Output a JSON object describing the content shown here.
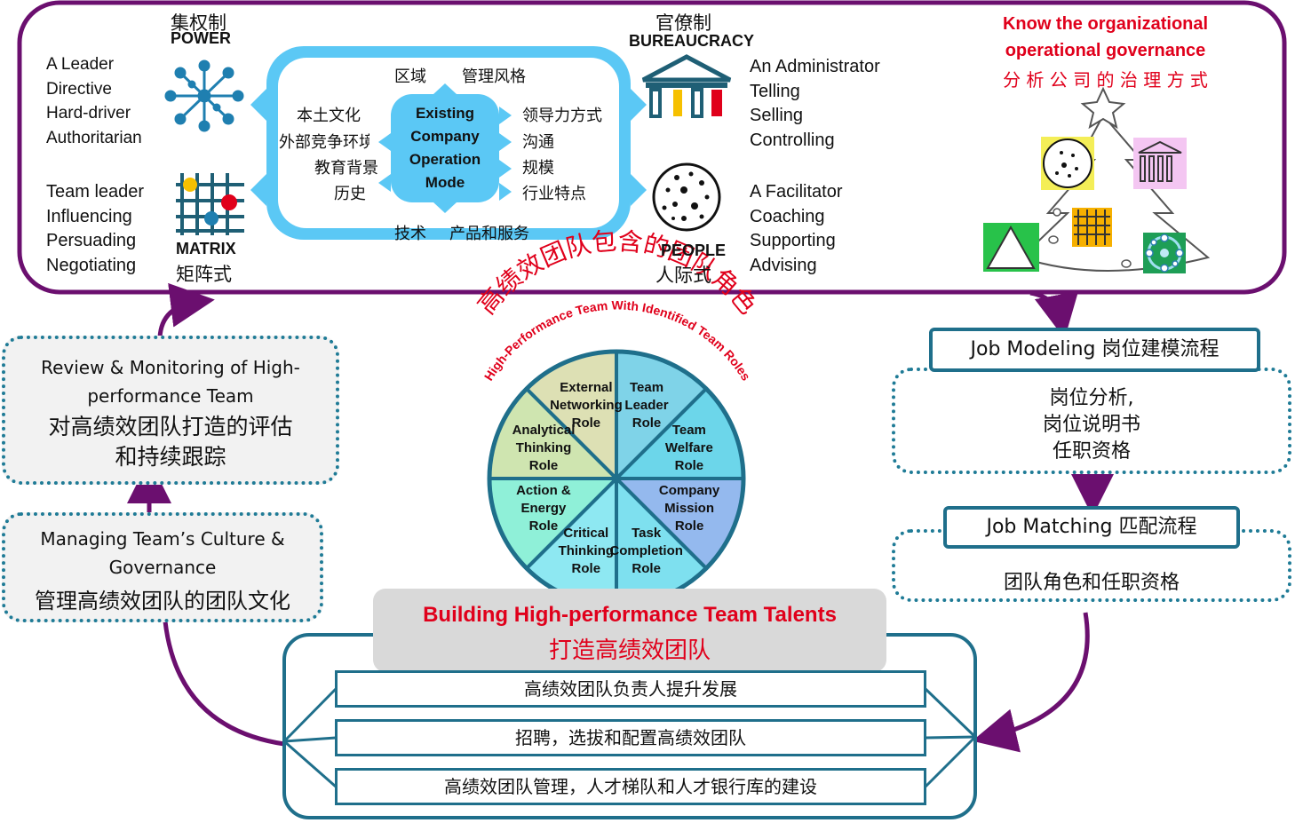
{
  "governance": {
    "title_en_line1": "Know the organizational",
    "title_en_line2": "operational governance",
    "title_zh": "分 析 公 司 的 治 理 方 式",
    "center": {
      "line1": "Existing",
      "line2": "Company",
      "line3": "Operation",
      "line4": "Mode",
      "top1": "区域",
      "top2": "管理风格",
      "bottom1": "技术",
      "bottom2": "产品和服务",
      "left1": "本土文化",
      "left2": "外部竞争环境",
      "left3": "教育背景",
      "left4": "历史",
      "right1": "领导力方式",
      "right2": "沟通",
      "right3": "规模",
      "right4": "行业特点"
    },
    "power": {
      "zh": "集权制",
      "en": "POWER",
      "traits": [
        "A Leader",
        "Directive",
        "Hard-driver",
        "Authoritarian"
      ],
      "icon": "network-hub-icon"
    },
    "matrix": {
      "zh": "矩阵式",
      "en": "MATRIX",
      "traits": [
        "Team leader",
        "Influencing",
        "Persuading",
        "Negotiating"
      ],
      "icon": "grid-matrix-icon"
    },
    "bureaucracy": {
      "zh": "官僚制",
      "en": "BUREAUCRACY",
      "traits": [
        "An Administrator",
        "Telling",
        "Selling",
        "Controlling"
      ],
      "icon": "pillared-building-icon"
    },
    "people": {
      "zh": "人际式",
      "en": "PEOPLE",
      "traits": [
        "A Facilitator",
        "Coaching",
        "Supporting",
        "Advising"
      ],
      "icon": "dotted-circle-icon"
    },
    "tree_icon": "christmas-tree-icon"
  },
  "wheel": {
    "arc_title_zh": "高绩效团队包含的团队角色",
    "arc_title_en": "High-Performance Team With Identified Team Roles",
    "roles": [
      {
        "lines": [
          "Team",
          "Leader",
          "Role"
        ],
        "color": "#7fd3e8"
      },
      {
        "lines": [
          "Team",
          "Welfare",
          "Role"
        ],
        "color": "#6cd6ea"
      },
      {
        "lines": [
          "Company",
          "Mission",
          "Role"
        ],
        "color": "#94b9ee"
      },
      {
        "lines": [
          "Task",
          "Completion",
          "Role"
        ],
        "color": "#7ee0ef"
      },
      {
        "lines": [
          "Critical",
          "Thinking",
          "Role"
        ],
        "color": "#8ee8f2"
      },
      {
        "lines": [
          "Action &",
          "Energy",
          "Role"
        ],
        "color": "#8ff0d8"
      },
      {
        "lines": [
          "Analytical",
          "Thinking",
          "Role"
        ],
        "color": "#cfe5b0"
      },
      {
        "lines": [
          "External",
          "Networking",
          "Role"
        ],
        "color": "#dde0b4"
      }
    ]
  },
  "left_flow": {
    "review": {
      "en1": "Review & Monitoring of High-",
      "en2": "performance Team",
      "zh1": "对高绩效团队打造的评估",
      "zh2": "和持续跟踪"
    },
    "culture": {
      "en1": "Managing Team’s Culture &",
      "en2": "Governance",
      "zh1": "管理高绩效团队的团队文化"
    }
  },
  "right_flow": {
    "job_modeling": {
      "header": "Job Modeling  岗位建模流程",
      "lines": [
        "岗位分析,",
        "岗位说明书",
        "任职资格"
      ]
    },
    "job_matching": {
      "header": "Job Matching  匹配流程",
      "lines": [
        "团队角色和任职资格"
      ]
    }
  },
  "building": {
    "title_en": "Building High-performance Team Talents",
    "title_zh": "打造高绩效团队",
    "items": [
      "高绩效团队负责人提升发展",
      "招聘，选拔和配置高绩效团队",
      "高绩效团队管理，人才梯队和人才银行库的建设"
    ]
  },
  "colors": {
    "purple": "#6b0f6f",
    "teal": "#1f6f8b",
    "light_blue": "#5bc8f5",
    "red": "#e0001b"
  }
}
